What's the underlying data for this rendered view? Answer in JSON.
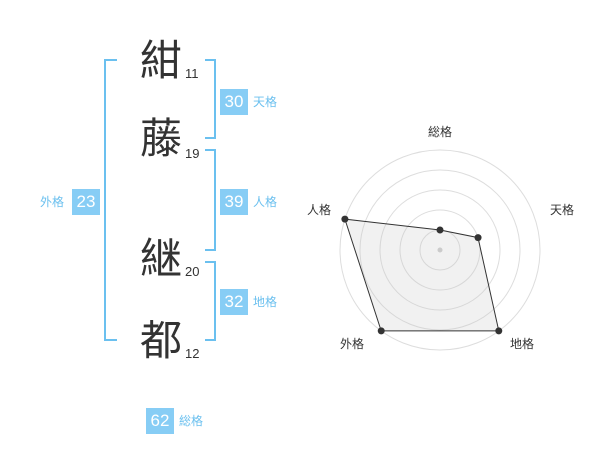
{
  "name": {
    "chars": [
      {
        "char": "紺",
        "strokes": "11"
      },
      {
        "char": "藤",
        "strokes": "19"
      },
      {
        "char": "継",
        "strokes": "20"
      },
      {
        "char": "都",
        "strokes": "12"
      }
    ]
  },
  "kaku": {
    "tenkaku": {
      "value": "30",
      "label": "天格"
    },
    "jinkaku": {
      "value": "39",
      "label": "人格"
    },
    "chikaku": {
      "value": "32",
      "label": "地格"
    },
    "gaikaku": {
      "value": "23",
      "label": "外格"
    },
    "soukaku": {
      "value": "62",
      "label": "総格"
    }
  },
  "colors": {
    "accent": "#87cdf5",
    "bracket": "#6bc0ef",
    "text": "#333333"
  },
  "chart_data": {
    "type": "radar",
    "axes": [
      "総格",
      "天格",
      "地格",
      "外格",
      "人格"
    ],
    "values": [
      1,
      2,
      5,
      5,
      5
    ],
    "max": 5,
    "rings": 5
  }
}
